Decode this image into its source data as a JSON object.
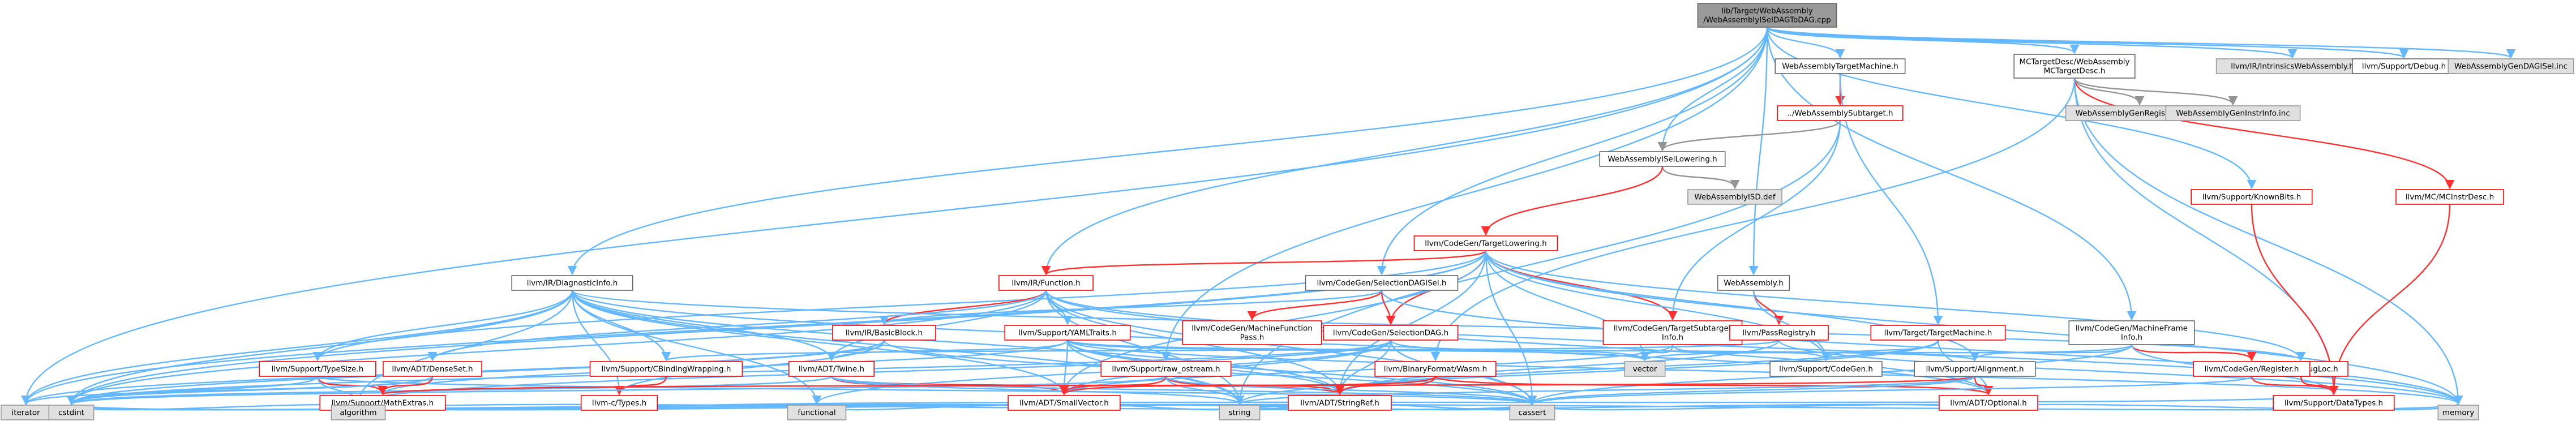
{
  "colors": {
    "root_fill": "#999999",
    "white_fill": "#ffffff",
    "grey_fill": "#e0e0e0",
    "black_border": "#666666",
    "red_border": "#ff0000",
    "grey_border": "#999999",
    "blue_edge": "#63b8ff",
    "grey_edge": "#949494",
    "red_edge": "#ff3030"
  },
  "nodes": [
    {
      "id": "root",
      "lines": [
        "lib/Target/WebAssembly",
        "/WebAssemblyISelDAGToDAG.cpp"
      ],
      "style": "root"
    },
    {
      "id": "wasm_tm",
      "lines": [
        "WebAssemblyTargetMachine.h"
      ],
      "style": "black"
    },
    {
      "id": "mc_desc",
      "lines": [
        "MCTargetDesc/WebAssembly",
        "MCTargetDesc.h"
      ],
      "style": "black"
    },
    {
      "id": "intrinsics",
      "lines": [
        "llvm/IR/IntrinsicsWebAssembly.h"
      ],
      "style": "grey"
    },
    {
      "id": "debug",
      "lines": [
        "llvm/Support/Debug.h"
      ],
      "style": "black"
    },
    {
      "id": "gen_dag",
      "lines": [
        "WebAssemblyGenDAGISel.inc"
      ],
      "style": "grey"
    },
    {
      "id": "subtarget",
      "lines": [
        "../WebAssemblySubtarget.h"
      ],
      "style": "red"
    },
    {
      "id": "gen_register",
      "lines": [
        "WebAssemblyGenRegisterInfo.inc"
      ],
      "style": "grey"
    },
    {
      "id": "gen_instr",
      "lines": [
        "WebAssemblyGenInstrInfo.inc"
      ],
      "style": "grey"
    },
    {
      "id": "known_bits",
      "lines": [
        "llvm/Support/KnownBits.h"
      ],
      "style": "red"
    },
    {
      "id": "mc_instrdesc",
      "lines": [
        "llvm/MC/MCInstrDesc.h"
      ],
      "style": "red"
    },
    {
      "id": "isel_lowering",
      "lines": [
        "WebAssemblyISelLowering.h"
      ],
      "style": "black"
    },
    {
      "id": "isd_def",
      "lines": [
        "WebAssemblyISD.def"
      ],
      "style": "grey"
    },
    {
      "id": "target_lowering",
      "lines": [
        "llvm/CodeGen/TargetLowering.h"
      ],
      "style": "red"
    },
    {
      "id": "diag_info",
      "lines": [
        "llvm/IR/DiagnosticInfo.h"
      ],
      "style": "black"
    },
    {
      "id": "ir_function",
      "lines": [
        "llvm/IR/Function.h"
      ],
      "style": "red"
    },
    {
      "id": "sdag_isel",
      "lines": [
        "llvm/CodeGen/SelectionDAGISel.h"
      ],
      "style": "black"
    },
    {
      "id": "wasm_h",
      "lines": [
        "WebAssembly.h"
      ],
      "style": "black"
    },
    {
      "id": "target_machine",
      "lines": [
        "llvm/Target/TargetMachine.h"
      ],
      "style": "red"
    },
    {
      "id": "mf_info",
      "lines": [
        "llvm/CodeGen/MachineFrame",
        "Info.h"
      ],
      "style": "black"
    },
    {
      "id": "mf_pass",
      "lines": [
        "llvm/CodeGen/MachineFunction",
        "Pass.h"
      ],
      "style": "red"
    },
    {
      "id": "sdag_h",
      "lines": [
        "llvm/CodeGen/SelectionDAG.h"
      ],
      "style": "red"
    },
    {
      "id": "tsubtarget",
      "lines": [
        "llvm/CodeGen/TargetSubtarget",
        "Info.h"
      ],
      "style": "red"
    },
    {
      "id": "pass_registry",
      "lines": [
        "llvm/PassRegistry.h"
      ],
      "style": "red"
    },
    {
      "id": "basic_block",
      "lines": [
        "llvm/IR/BasicBlock.h"
      ],
      "style": "red"
    },
    {
      "id": "yaml_traits",
      "lines": [
        "llvm/Support/YAMLTraits.h"
      ],
      "style": "red"
    },
    {
      "id": "type_size",
      "lines": [
        "llvm/Support/TypeSize.h"
      ],
      "style": "red"
    },
    {
      "id": "dense_set",
      "lines": [
        "llvm/ADT/DenseSet.h"
      ],
      "style": "red"
    },
    {
      "id": "cbinding",
      "lines": [
        "llvm/Support/CBindingWrapping.h"
      ],
      "style": "red"
    },
    {
      "id": "twine",
      "lines": [
        "llvm/ADT/Twine.h"
      ],
      "style": "red"
    },
    {
      "id": "raw_ostream",
      "lines": [
        "llvm/Support/raw_ostream.h"
      ],
      "style": "red"
    },
    {
      "id": "binary_format",
      "lines": [
        "llvm/BinaryFormat/Wasm.h"
      ],
      "style": "red"
    },
    {
      "id": "vector",
      "lines": [
        "vector"
      ],
      "style": "grey"
    },
    {
      "id": "codegen_h",
      "lines": [
        "llvm/Support/CodeGen.h"
      ],
      "style": "black"
    },
    {
      "id": "alignment",
      "lines": [
        "llvm/Support/Alignment.h"
      ],
      "style": "black"
    },
    {
      "id": "debug_loc",
      "lines": [
        "llvm/IR/DebugLoc.h"
      ],
      "style": "red"
    },
    {
      "id": "cg_register",
      "lines": [
        "llvm/CodeGen/Register.h"
      ],
      "style": "red"
    },
    {
      "id": "math_extras",
      "lines": [
        "llvm/Support/MathExtras.h"
      ],
      "style": "red"
    },
    {
      "id": "c_types",
      "lines": [
        "llvm-c/Types.h"
      ],
      "style": "red"
    },
    {
      "id": "small_vector",
      "lines": [
        "llvm/ADT/SmallVector.h"
      ],
      "style": "red"
    },
    {
      "id": "string_ref",
      "lines": [
        "llvm/ADT/StringRef.h"
      ],
      "style": "red"
    },
    {
      "id": "optional",
      "lines": [
        "llvm/ADT/Optional.h"
      ],
      "style": "red"
    },
    {
      "id": "data_types",
      "lines": [
        "llvm/Support/DataTypes.h"
      ],
      "style": "red"
    },
    {
      "id": "iterator",
      "lines": [
        "iterator"
      ],
      "style": "grey"
    },
    {
      "id": "cstdint",
      "lines": [
        "cstdint"
      ],
      "style": "grey"
    },
    {
      "id": "algorithm",
      "lines": [
        "algorithm"
      ],
      "style": "grey"
    },
    {
      "id": "functional",
      "lines": [
        "functional"
      ],
      "style": "grey"
    },
    {
      "id": "string",
      "lines": [
        "string"
      ],
      "style": "grey"
    },
    {
      "id": "cassert",
      "lines": [
        "cassert"
      ],
      "style": "grey"
    },
    {
      "id": "memory",
      "lines": [
        "memory"
      ],
      "style": "grey"
    }
  ],
  "edges": [
    [
      "root",
      "wasm_tm",
      "blue"
    ],
    [
      "root",
      "mc_desc",
      "blue"
    ],
    [
      "root",
      "intrinsics",
      "blue"
    ],
    [
      "root",
      "debug",
      "blue"
    ],
    [
      "root",
      "gen_dag",
      "blue"
    ],
    [
      "root",
      "isel_lowering",
      "blue"
    ],
    [
      "root",
      "diag_info",
      "blue"
    ],
    [
      "root",
      "ir_function",
      "blue"
    ],
    [
      "root",
      "sdag_isel",
      "blue"
    ],
    [
      "root",
      "wasm_h",
      "blue"
    ],
    [
      "root",
      "known_bits",
      "blue"
    ],
    [
      "root",
      "raw_ostream",
      "blue"
    ],
    [
      "root",
      "mf_info",
      "blue"
    ],
    [
      "root",
      "iterator",
      "blue"
    ],
    [
      "wasm_tm",
      "subtarget",
      "red"
    ],
    [
      "wasm_tm",
      "target_machine",
      "blue"
    ],
    [
      "mc_desc",
      "gen_register",
      "grey"
    ],
    [
      "mc_desc",
      "gen_instr",
      "grey"
    ],
    [
      "mc_desc",
      "mc_instrdesc",
      "red"
    ],
    [
      "mc_desc",
      "binary_format",
      "blue"
    ],
    [
      "mc_desc",
      "data_types",
      "blue"
    ],
    [
      "mc_desc",
      "memory",
      "blue"
    ],
    [
      "subtarget",
      "isel_lowering",
      "black"
    ],
    [
      "subtarget",
      "tsubtarget",
      "blue"
    ],
    [
      "subtarget",
      "string",
      "blue"
    ],
    [
      "isel_lowering",
      "isd_def",
      "grey"
    ],
    [
      "isel_lowering",
      "target_lowering",
      "red"
    ],
    [
      "target_lowering",
      "ir_function",
      "red"
    ],
    [
      "target_lowering",
      "sdag_h",
      "red"
    ],
    [
      "target_lowering",
      "tsubtarget",
      "red"
    ],
    [
      "target_lowering",
      "vector",
      "blue"
    ],
    [
      "target_lowering",
      "codegen_h",
      "blue"
    ],
    [
      "target_lowering",
      "alignment",
      "blue"
    ],
    [
      "target_lowering",
      "string_ref",
      "blue"
    ],
    [
      "target_lowering",
      "small_vector",
      "blue"
    ],
    [
      "target_lowering",
      "cassert",
      "blue"
    ],
    [
      "target_lowering",
      "cstdint",
      "blue"
    ],
    [
      "target_lowering",
      "iterator",
      "blue"
    ],
    [
      "target_lowering",
      "memory",
      "blue"
    ],
    [
      "target_lowering",
      "type_size",
      "blue"
    ],
    [
      "target_lowering",
      "debug_loc",
      "blue"
    ],
    [
      "diag_info",
      "cbinding",
      "blue"
    ],
    [
      "diag_info",
      "c_types",
      "blue"
    ],
    [
      "diag_info",
      "twine",
      "blue"
    ],
    [
      "diag_info",
      "small_vector",
      "blue"
    ],
    [
      "diag_info",
      "string_ref",
      "blue"
    ],
    [
      "diag_info",
      "type_size",
      "blue"
    ],
    [
      "diag_info",
      "debug_loc",
      "blue"
    ],
    [
      "diag_info",
      "functional",
      "blue"
    ],
    [
      "diag_info",
      "string",
      "blue"
    ],
    [
      "diag_info",
      "iterator",
      "blue"
    ],
    [
      "diag_info",
      "cstdint",
      "blue"
    ],
    [
      "diag_info",
      "algorithm",
      "blue"
    ],
    [
      "diag_info",
      "optional",
      "blue"
    ],
    [
      "ir_function",
      "basic_block",
      "red"
    ],
    [
      "ir_function",
      "yaml_traits",
      "blue"
    ],
    [
      "ir_function",
      "dense_set",
      "blue"
    ],
    [
      "ir_function",
      "twine",
      "blue"
    ],
    [
      "ir_function",
      "string_ref",
      "blue"
    ],
    [
      "ir_function",
      "cassert",
      "blue"
    ],
    [
      "ir_function",
      "memory",
      "blue"
    ],
    [
      "ir_function",
      "cstdint",
      "blue"
    ],
    [
      "ir_function",
      "string",
      "blue"
    ],
    [
      "ir_function",
      "optional",
      "blue"
    ],
    [
      "sdag_isel",
      "mf_pass",
      "red"
    ],
    [
      "sdag_isel",
      "sdag_h",
      "red"
    ],
    [
      "sdag_isel",
      "memory",
      "blue"
    ],
    [
      "sdag_isel",
      "basic_block",
      "blue"
    ],
    [
      "wasm_h",
      "pass_registry",
      "red"
    ],
    [
      "wasm_h",
      "codegen_h",
      "blue"
    ],
    [
      "target_machine",
      "codegen_h",
      "blue"
    ],
    [
      "target_machine",
      "optional",
      "blue"
    ],
    [
      "target_machine",
      "string_ref",
      "blue"
    ],
    [
      "target_machine",
      "string",
      "blue"
    ],
    [
      "mf_info",
      "cg_register",
      "red"
    ],
    [
      "mf_info",
      "alignment",
      "blue"
    ],
    [
      "mf_info",
      "data_types",
      "blue"
    ],
    [
      "mf_info",
      "cassert",
      "blue"
    ],
    [
      "mf_info",
      "vector",
      "blue"
    ],
    [
      "sdag_h",
      "small_vector",
      "blue"
    ],
    [
      "sdag_h",
      "string_ref",
      "blue"
    ],
    [
      "sdag_h",
      "cassert",
      "blue"
    ],
    [
      "sdag_h",
      "vector",
      "blue"
    ],
    [
      "sdag_h",
      "cstdint",
      "blue"
    ],
    [
      "sdag_h",
      "algorithm",
      "blue"
    ],
    [
      "sdag_h",
      "functional",
      "blue"
    ],
    [
      "tsubtarget",
      "codegen_h",
      "blue"
    ],
    [
      "tsubtarget",
      "vector",
      "blue"
    ],
    [
      "tsubtarget",
      "small_vector",
      "blue"
    ],
    [
      "pass_registry",
      "cbinding",
      "blue"
    ],
    [
      "pass_registry",
      "string_ref",
      "blue"
    ],
    [
      "pass_registry",
      "memory",
      "blue"
    ],
    [
      "basic_block",
      "twine",
      "blue"
    ],
    [
      "basic_block",
      "c_types",
      "blue"
    ],
    [
      "basic_block",
      "cassert",
      "blue"
    ],
    [
      "basic_block",
      "cstdint",
      "blue"
    ],
    [
      "basic_block",
      "iterator",
      "blue"
    ],
    [
      "yaml_traits",
      "small_vector",
      "blue"
    ],
    [
      "yaml_traits",
      "string_ref",
      "blue"
    ],
    [
      "yaml_traits",
      "twine",
      "blue"
    ],
    [
      "yaml_traits",
      "alignment",
      "blue"
    ],
    [
      "yaml_traits",
      "cassert",
      "blue"
    ],
    [
      "yaml_traits",
      "vector",
      "blue"
    ],
    [
      "yaml_traits",
      "memory",
      "blue"
    ],
    [
      "yaml_traits",
      "string",
      "blue"
    ],
    [
      "yaml_traits",
      "math_extras",
      "blue"
    ],
    [
      "type_size",
      "math_extras",
      "red"
    ],
    [
      "type_size",
      "algorithm",
      "blue"
    ],
    [
      "type_size",
      "cassert",
      "blue"
    ],
    [
      "type_size",
      "cstdint",
      "blue"
    ],
    [
      "dense_set",
      "math_extras",
      "red"
    ],
    [
      "dense_set",
      "iterator",
      "blue"
    ],
    [
      "dense_set",
      "cstdint",
      "blue"
    ],
    [
      "cbinding",
      "c_types",
      "red"
    ],
    [
      "twine",
      "small_vector",
      "red"
    ],
    [
      "twine",
      "string_ref",
      "red"
    ],
    [
      "twine",
      "cassert",
      "blue"
    ],
    [
      "twine",
      "cstdint",
      "blue"
    ],
    [
      "twine",
      "string",
      "blue"
    ],
    [
      "raw_ostream",
      "small_vector",
      "red"
    ],
    [
      "raw_ostream",
      "string_ref",
      "red"
    ],
    [
      "raw_ostream",
      "cassert",
      "blue"
    ],
    [
      "raw_ostream",
      "cstdint",
      "blue"
    ],
    [
      "raw_ostream",
      "string",
      "blue"
    ],
    [
      "binary_format",
      "small_vector",
      "red"
    ],
    [
      "binary_format",
      "string_ref",
      "red"
    ],
    [
      "binary_format",
      "optional",
      "red"
    ],
    [
      "alignment",
      "math_extras",
      "red"
    ],
    [
      "alignment",
      "optional",
      "red"
    ],
    [
      "alignment",
      "cassert",
      "blue"
    ],
    [
      "alignment",
      "string",
      "blue"
    ],
    [
      "debug_loc",
      "data_types",
      "red"
    ],
    [
      "cg_register",
      "data_types",
      "red"
    ],
    [
      "cg_register",
      "cassert",
      "blue"
    ],
    [
      "known_bits",
      "data_types",
      "red"
    ],
    [
      "mc_instrdesc",
      "data_types",
      "red"
    ],
    [
      "math_extras",
      "cstdint",
      "blue"
    ],
    [
      "math_extras",
      "algorithm",
      "blue"
    ],
    [
      "math_extras",
      "cassert",
      "blue"
    ],
    [
      "c_types",
      "data_types",
      "blue"
    ],
    [
      "small_vector",
      "algorithm",
      "blue"
    ],
    [
      "small_vector",
      "cassert",
      "blue"
    ],
    [
      "small_vector",
      "cstdint",
      "blue"
    ],
    [
      "small_vector",
      "functional",
      "blue"
    ],
    [
      "small_vector",
      "iterator",
      "blue"
    ],
    [
      "small_vector",
      "memory",
      "blue"
    ],
    [
      "small_vector",
      "string",
      "blue"
    ],
    [
      "string_ref",
      "algorithm",
      "blue"
    ],
    [
      "string_ref",
      "cassert",
      "blue"
    ],
    [
      "string_ref",
      "string",
      "blue"
    ],
    [
      "string_ref",
      "cstdint",
      "blue"
    ],
    [
      "optional",
      "cassert",
      "blue"
    ],
    [
      "optional",
      "memory",
      "blue"
    ],
    [
      "optional",
      "string",
      "blue"
    ]
  ]
}
